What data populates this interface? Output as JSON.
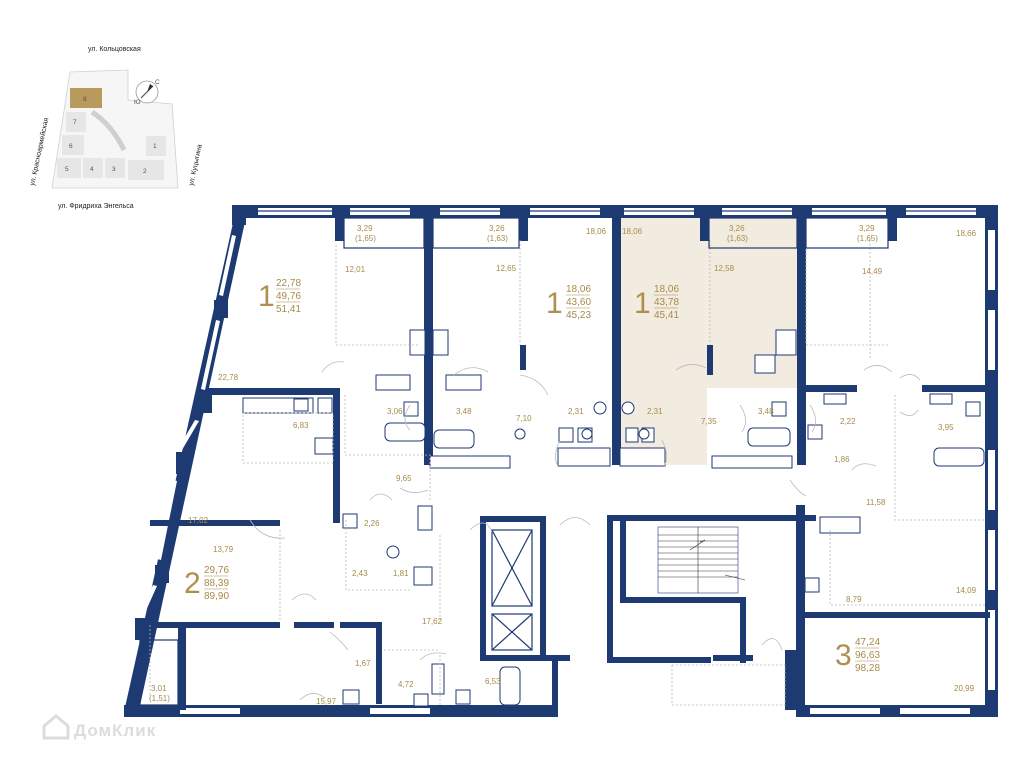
{
  "site_plan": {
    "streets": {
      "top": "ул. Кольцовская",
      "left": "ул. Красноармейская",
      "right": "ул. Куцыгина",
      "bottom": "ул. Фридриха Энгельса"
    },
    "highlighted_section": "8",
    "sections": [
      "7",
      "6",
      "5",
      "4",
      "3",
      "2",
      "1"
    ],
    "compass": {
      "north": "С",
      "south": "Ю"
    }
  },
  "apartments": [
    {
      "rooms": "1",
      "living": "22,78",
      "total": "49,76",
      "total_with_balcony": "51,41"
    },
    {
      "rooms": "1",
      "living": "18,06",
      "total": "43,60",
      "total_with_balcony": "45,23"
    },
    {
      "rooms": "1",
      "living": "18,06",
      "total": "43,78",
      "total_with_balcony": "45,41",
      "selected": true
    },
    {
      "rooms": "2",
      "living": "29,76",
      "total": "88,39",
      "total_with_balcony": "89,90"
    },
    {
      "rooms": "3",
      "living": "47,24",
      "total": "96,63",
      "total_with_balcony": "98,28"
    }
  ],
  "balconies": [
    {
      "area": "3,29",
      "reduced": "(1,65)"
    },
    {
      "area": "3,26",
      "reduced": "(1,63)"
    },
    {
      "area": "3,26",
      "reduced": "(1,63)"
    },
    {
      "area": "3,29",
      "reduced": "(1,65)"
    },
    {
      "area": "3,01",
      "reduced": "(1,51)"
    }
  ],
  "room_areas": [
    "12,01",
    "22,78",
    "12,65",
    "18,06",
    "18,06",
    "12,58",
    "14,49",
    "18,66",
    "6,83",
    "3,06",
    "3,48",
    "7,10",
    "2,31",
    "2,31",
    "7,35",
    "3,48",
    "2,22",
    "3,95",
    "9,65",
    "1,86",
    "17,02",
    "2,26",
    "11,58",
    "13,79",
    "2,43",
    "1,81",
    "8,79",
    "14,09",
    "17,62",
    "1,67",
    "4,72",
    "6,53",
    "15,97",
    "20,99"
  ],
  "colors": {
    "wall": "#1e3a73",
    "label": "#a88a4a",
    "selected_fill": "#f1ebe0",
    "section_fill": "#e8e8e8",
    "highlight_section": "#b89a5c"
  },
  "watermark": "ДомКлик"
}
